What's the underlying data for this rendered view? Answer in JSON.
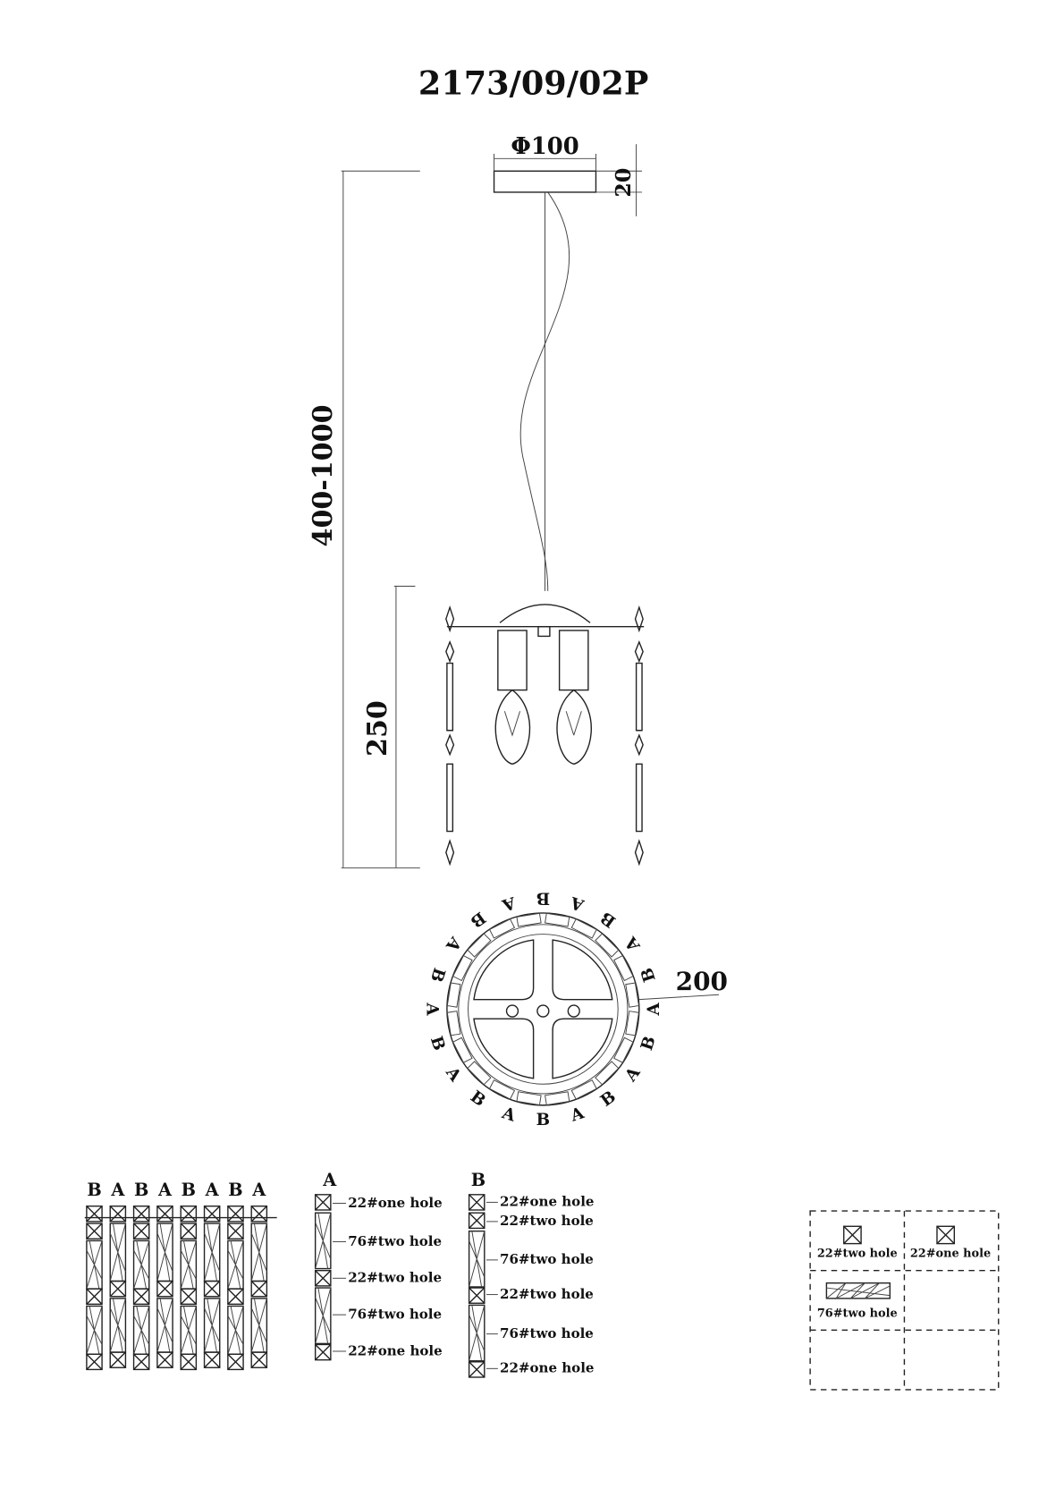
{
  "title": "2173/09/02P",
  "dimensions": {
    "canopy_diameter": "Φ100",
    "canopy_height": "20",
    "total_height": "400-1000",
    "body_height": "250",
    "ring_diameter": "200"
  },
  "ring_labels": [
    "B",
    "A",
    "B",
    "A",
    "B",
    "A",
    "B",
    "A",
    "B",
    "A",
    "B",
    "A",
    "B",
    "A",
    "B",
    "A",
    "B",
    "A",
    "B",
    "A"
  ],
  "strand_labels": [
    "B",
    "A",
    "B",
    "A",
    "B",
    "A",
    "B",
    "A"
  ],
  "strand_a": {
    "label": "A",
    "parts": [
      "22#one hole",
      "76#two hole",
      "22#two hole",
      "76#two hole",
      "22#one hole"
    ]
  },
  "strand_b": {
    "label": "B",
    "parts": [
      "22#one hole",
      "22#two hole",
      "76#two hole",
      "22#two hole",
      "76#two hole",
      "22#one hole"
    ]
  },
  "legend": {
    "items": [
      "22#two hole",
      "22#one hole",
      "76#two hole"
    ]
  }
}
